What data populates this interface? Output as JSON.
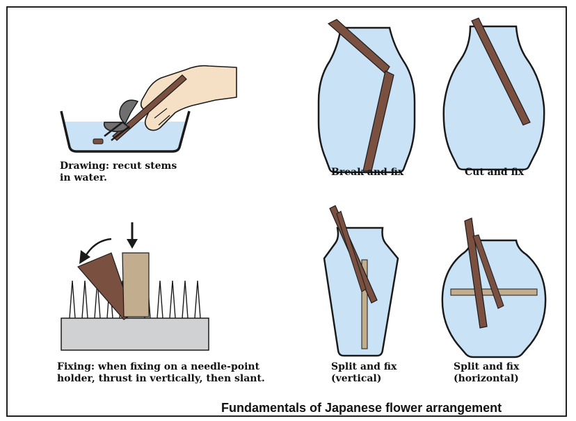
{
  "captions": {
    "drawing_line1": "Drawing: recut stems",
    "drawing_line2": "in water.",
    "break_fix": "Break and fix",
    "cut_fix": "Cut and fix",
    "fixing_line1": "Fixing: when fixing on a needle-point",
    "fixing_line2": "holder, thrust in vertically, then slant.",
    "split_vertical_line1": "Split and fix",
    "split_vertical_line2": "(vertical)",
    "split_horizontal_line1": "Split and fix",
    "split_horizontal_line2": "(horizontal)"
  },
  "title": "Fundamentals of Japanese flower arrangement",
  "colors": {
    "water": "#c9e2f5",
    "vase": "#c9e2f5",
    "stem": "#7a5040",
    "stem_light": "#c2ae8e",
    "holder": "#d0d1d2",
    "outline": "#1a1a1a"
  }
}
